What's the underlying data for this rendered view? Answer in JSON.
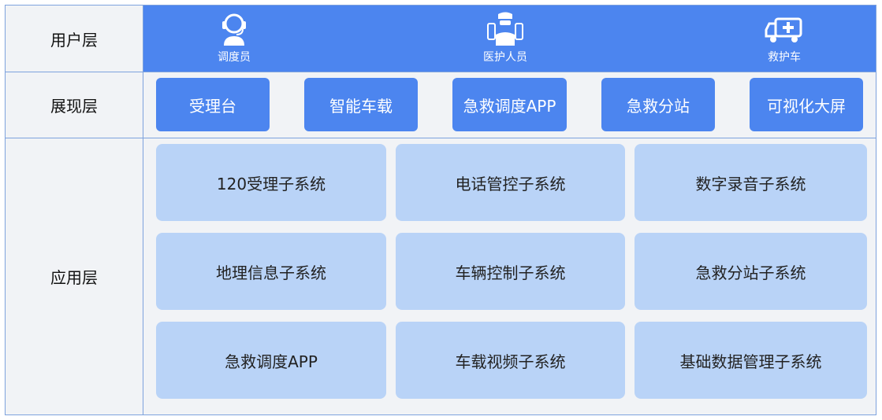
{
  "layers": {
    "user": "用户层",
    "presentation": "展现层",
    "application": "应用层"
  },
  "users": [
    {
      "label": "调度员",
      "icon": "dispatcher-headset-icon"
    },
    {
      "label": "医护人员",
      "icon": "medical-staff-icon"
    },
    {
      "label": "救护车",
      "icon": "ambulance-icon"
    }
  ],
  "presentation": [
    "受理台",
    "智能车载",
    "急救调度APP",
    "急救分站",
    "可视化大屏"
  ],
  "application": [
    [
      "120受理子系统",
      "电话管控子系统",
      "数字录音子系统"
    ],
    [
      "地理信息子系统",
      "车辆控制子系统",
      "急救分站子系统"
    ],
    [
      "急救调度APP",
      "车载视频子系统",
      "基础数据管理子系统"
    ]
  ],
  "colors": {
    "primary_blue": "#4c85ef",
    "light_blue": "#b9d3f7",
    "panel_bg": "#f1f3f6",
    "border": "#7ea2dd"
  }
}
